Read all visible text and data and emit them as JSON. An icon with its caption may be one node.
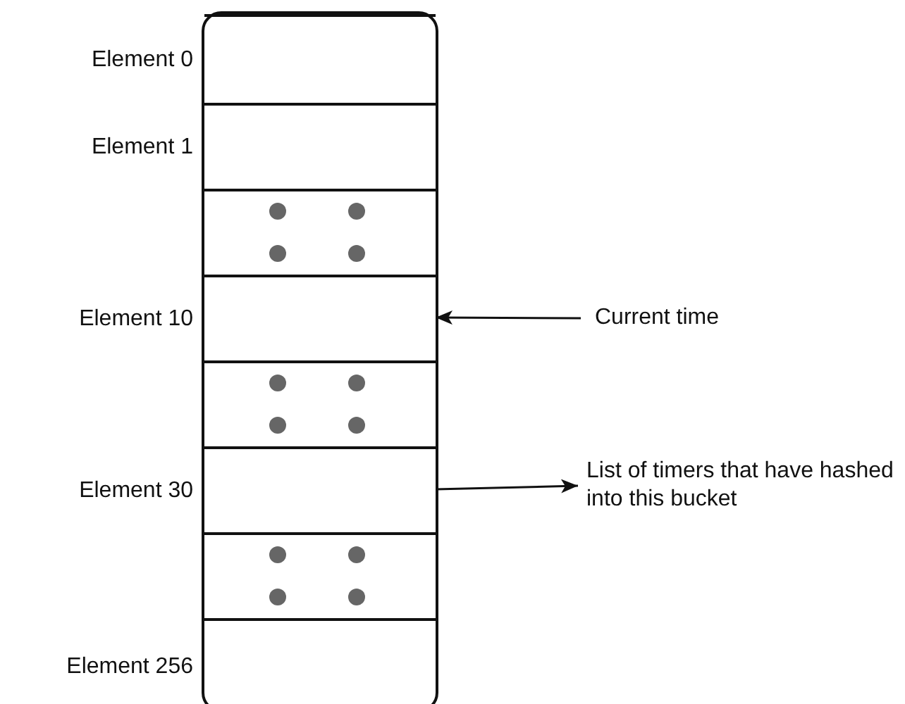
{
  "diagram": {
    "nodes": [
      {
        "text": [],
        "shape": "box"
      },
      {
        "text": [
          "Element 0"
        ],
        "in": 0
      },
      {
        "text": [
          "Element 1"
        ],
        "in": 0
      },
      {
        "text": [],
        "shape": "box",
        "in": 0
      },
      {
        "text": [
          "Element 10"
        ],
        "in": 0
      },
      {
        "text": [],
        "shape": "box",
        "in": 0
      },
      {
        "text": [
          "Element 30"
        ],
        "in": 0
      },
      {
        "text": [],
        "shape": "box",
        "in": 0
      },
      {
        "text": [
          "Element 256"
        ],
        "in": 0
      },
      {
        "text": [
          "Current time"
        ]
      },
      {
        "text": [
          "List of timers that have hashed into this bucket"
        ]
      }
    ],
    "edges": [
      {
        "from": 9,
        "to": 4,
        "arrow": "to"
      },
      {
        "from": 6,
        "to": 10,
        "arrow": "to"
      }
    ]
  }
}
